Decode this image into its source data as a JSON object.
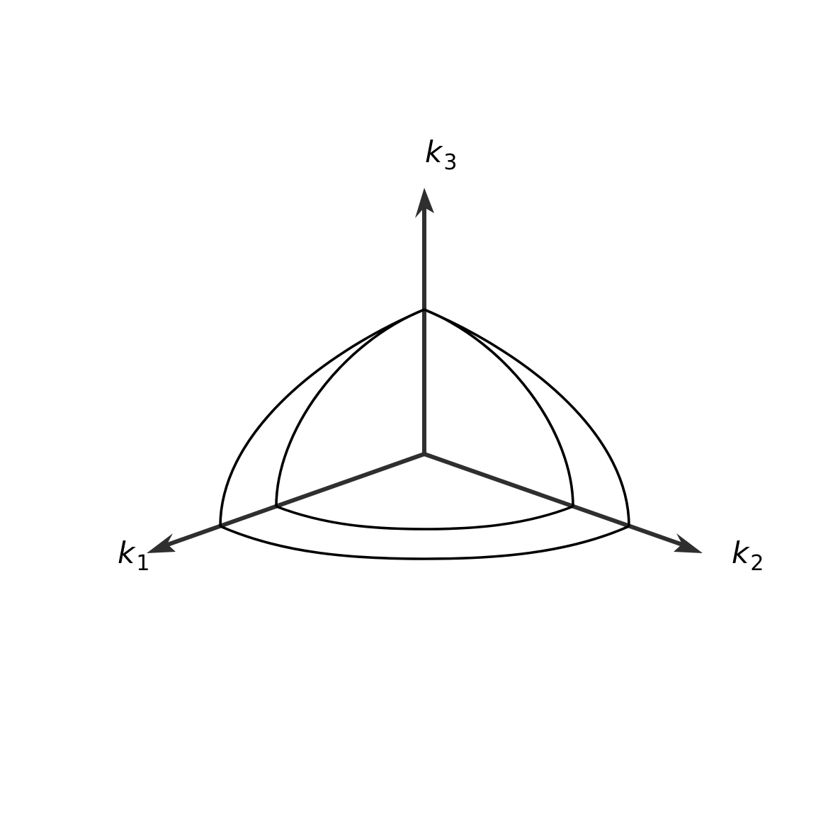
{
  "diagram": {
    "axes": [
      {
        "id": "k1",
        "variable": "k",
        "subscript": "1"
      },
      {
        "id": "k2",
        "variable": "k",
        "subscript": "2"
      },
      {
        "id": "k3",
        "variable": "k",
        "subscript": "3"
      }
    ],
    "octant_surfaces": [
      {
        "name": "inner-octant"
      },
      {
        "name": "outer-octant"
      }
    ],
    "colors": {
      "axis": "#2f2f2f",
      "curve": "#000000",
      "background": "#ffffff"
    }
  }
}
